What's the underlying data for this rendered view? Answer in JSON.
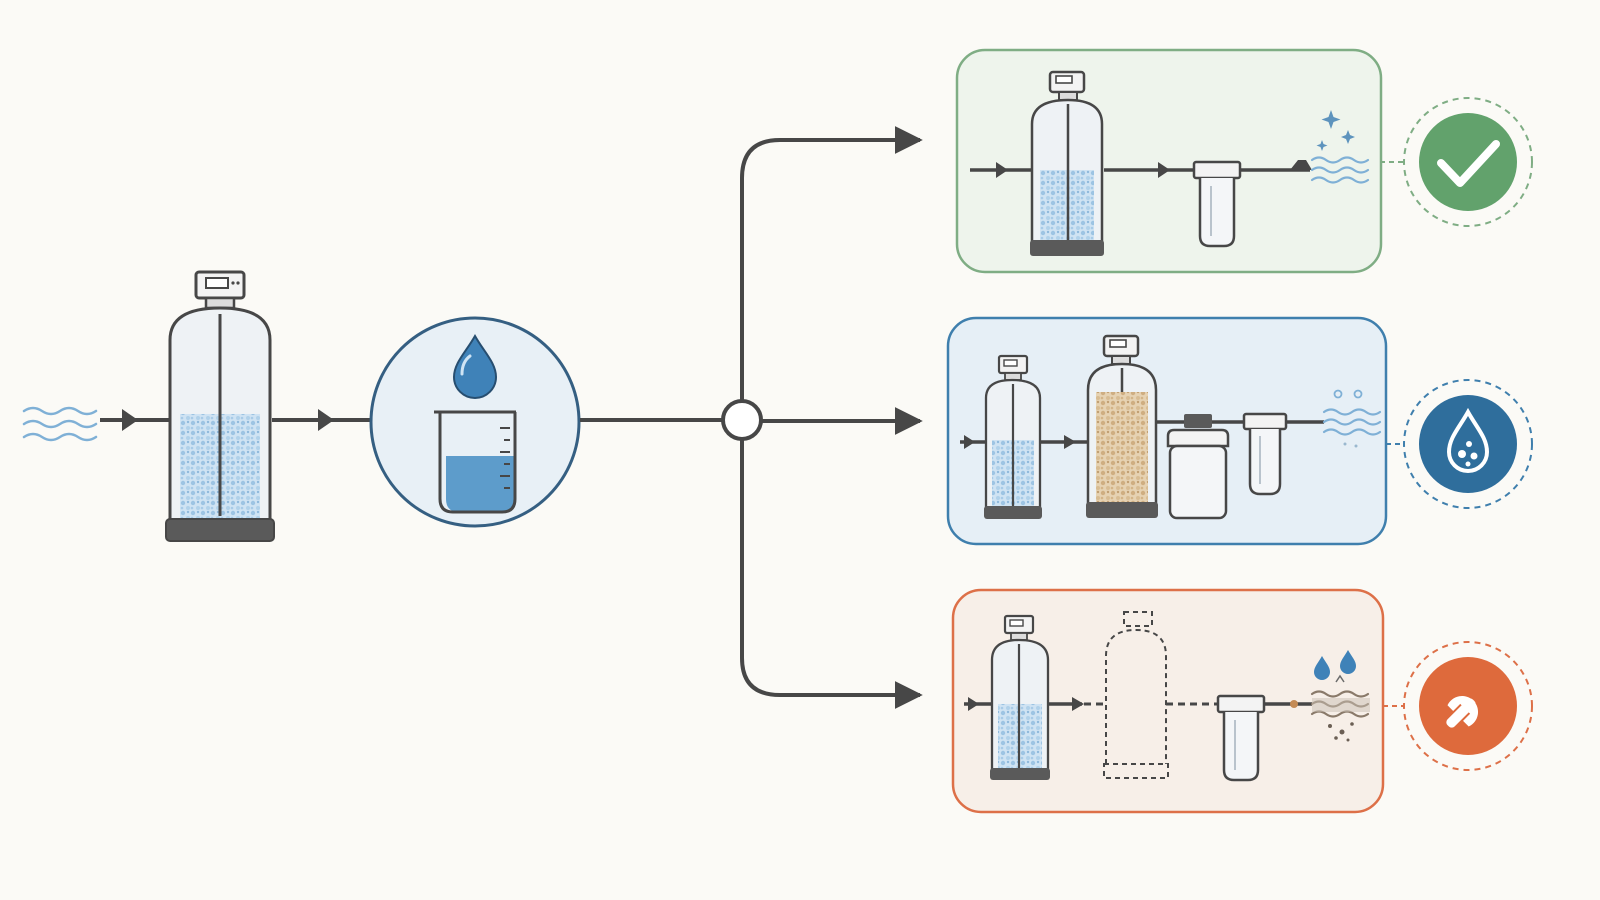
{
  "colors": {
    "background": "#fbfaf6",
    "line": "#474747",
    "water": "#7fb0d6",
    "media_blue": "#b9d7ee",
    "media_carbon": "#dcc29d",
    "base": "#5a5a5a",
    "good_border": "#7fad84",
    "good_fill": "#eef4ec",
    "good_badge": "#62a26c",
    "test_border": "#3f7fad",
    "test_fill": "#e6eff6",
    "test_badge": "#2f6e9c",
    "fix_border": "#dd7048",
    "fix_fill": "#f7efe8",
    "fix_badge": "#de6a3c"
  },
  "nodes": {
    "inlet": {
      "icon": "water-waves-icon"
    },
    "softener": {
      "icon": "water-softener-icon"
    },
    "water_test": {
      "icon": "water-drop-beaker-icon"
    },
    "junction": {
      "icon": "branch-junction"
    }
  },
  "outcomes": [
    {
      "key": "good",
      "components": [
        "water-softener-icon",
        "sediment-filter-icon"
      ],
      "output_icon": "sparkling-water-icon",
      "badge_icon": "checkmark-icon"
    },
    {
      "key": "test",
      "components": [
        "water-softener-icon",
        "carbon-filter-tank-icon",
        "filter-canister-icon",
        "sediment-filter-icon"
      ],
      "output_icon": "clean-water-bubbles-icon",
      "badge_icon": "water-drop-particles-icon"
    },
    {
      "key": "fix",
      "components": [
        "water-softener-icon",
        "missing-tank-outline-icon",
        "sediment-filter-icon"
      ],
      "output_icon": "dirty-water-drops-icon",
      "badge_icon": "wrench-icon"
    }
  ]
}
